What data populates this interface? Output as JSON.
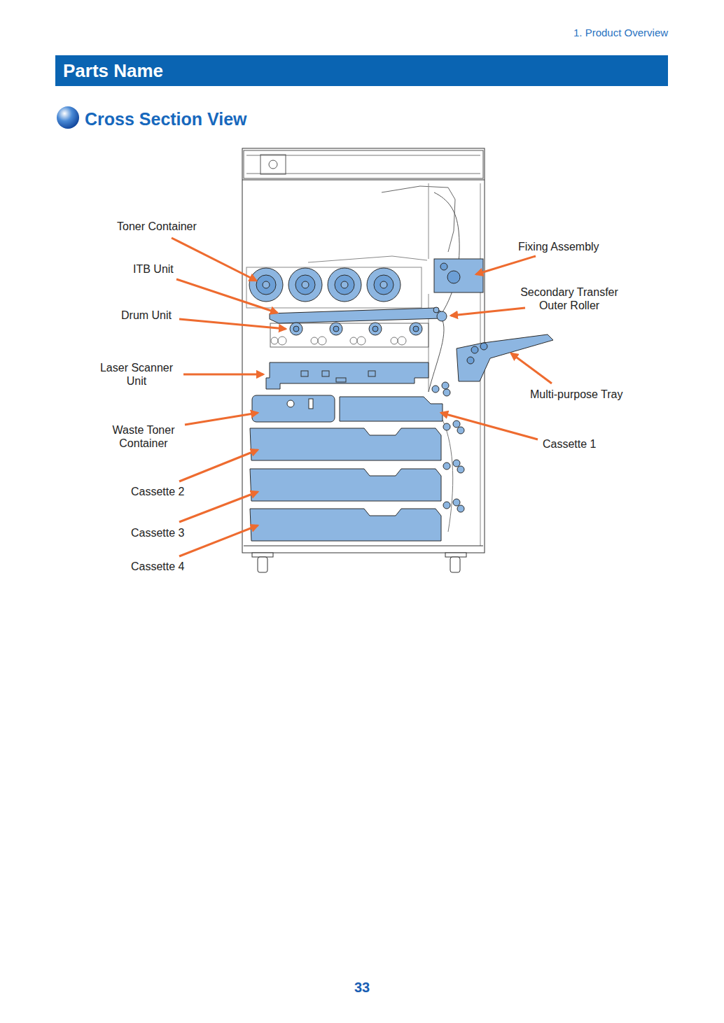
{
  "diagram": {
    "title": "Parts Name",
    "labels": [
      "1. Product Overview",
      "Cross Section View",
      "Toner Container",
      "ITB Unit",
      "Drum Unit",
      "Laser Scanner Unit",
      "Waste Toner Container",
      "Cassette 2",
      "Cassette 3",
      "Cassette 4",
      "Fixing Assembly",
      "Secondary Transfer Outer Roller",
      "Multi-purpose Tray",
      "Cassette 1",
      "33"
    ]
  }
}
